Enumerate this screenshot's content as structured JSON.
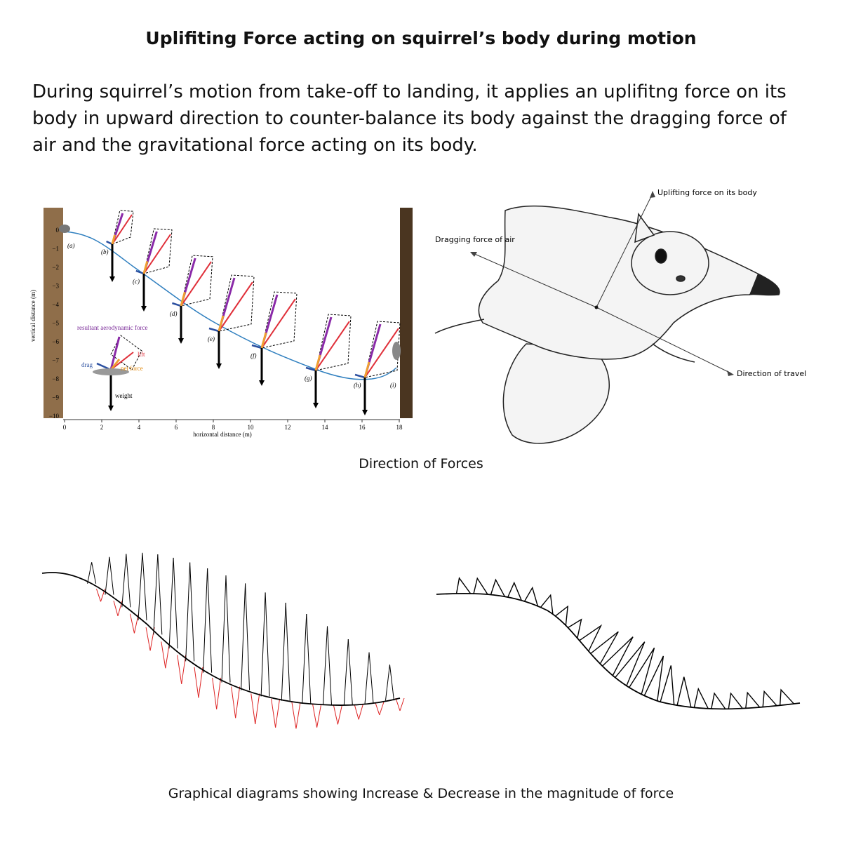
{
  "title": "Uplifiting Force acting on squirrel’s body during motion",
  "intro": "During squirrel’s motion from take-off to landing, it applies an uplifitng force on its body in upward direction to counter-balance its body against the dragging force of air and the gravitational force acting on its body.",
  "trajectory_figure": {
    "y_ticks": [
      "0",
      "−1",
      "−2",
      "−3",
      "−4",
      "−5",
      "−6",
      "−7",
      "−8",
      "−9",
      "−10"
    ],
    "x_ticks": [
      "0",
      "2",
      "4",
      "6",
      "8",
      "10",
      "12",
      "14",
      "16",
      "18"
    ],
    "ylabel": "vertical distance (m)",
    "xlabel": "horizontal distance (m)",
    "stage_labels": [
      "(a)",
      "(b)",
      "(c)",
      "(d)",
      "(e)",
      "(f)",
      "(g)",
      "(h)",
      "(i)"
    ],
    "legend": {
      "resultant": "resultant aerodynamic force",
      "lift": "lift",
      "drag": "drag",
      "net": "net force",
      "weight": "weight"
    },
    "colors": {
      "lift": "#e0303a",
      "resultant": "#8a2aa8",
      "drag": "#2a4fa0",
      "net": "#f0a030",
      "path": "#2f7fbf",
      "tree": "#8a6a45"
    }
  },
  "squirrel_figure": {
    "uplift_label": "Uplifting force on its body",
    "drag_label": "Dragging force of air",
    "travel_label": "Direction of travel"
  },
  "caption_forces": "Direction of Forces",
  "caption_graphs": "Graphical diagrams showing Increase & Decrease in the magnitude of force"
}
